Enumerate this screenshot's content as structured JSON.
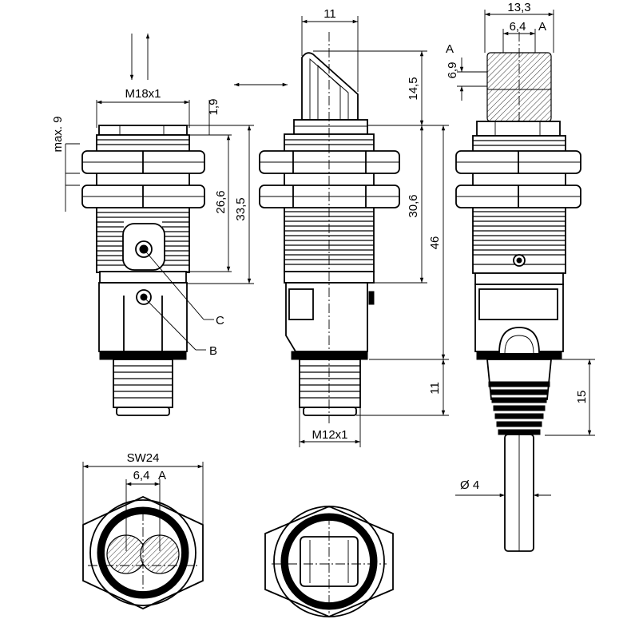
{
  "dimensions": {
    "side_thread": "M18x1",
    "max_9": "max. 9",
    "d_1_9": "1,9",
    "d_26_6": "26,6",
    "d_33_5": "33,5",
    "front_width_11": "11",
    "d_14_5": "14,5",
    "d_30_6": "30,6",
    "d_46": "46",
    "d_11_bottom": "11",
    "connector_thread": "M12x1",
    "d_13_3": "13,3",
    "d_6_4": "6,4",
    "d_6_9": "6,9",
    "d_15": "15",
    "cable_diameter": "Ø 4",
    "wrench_size": "SW24",
    "optic_6_4": "6,4"
  },
  "labels": {
    "a_top": "A",
    "a_side": "A",
    "a_bottom": "A",
    "callout_c": "C",
    "callout_b": "B"
  }
}
